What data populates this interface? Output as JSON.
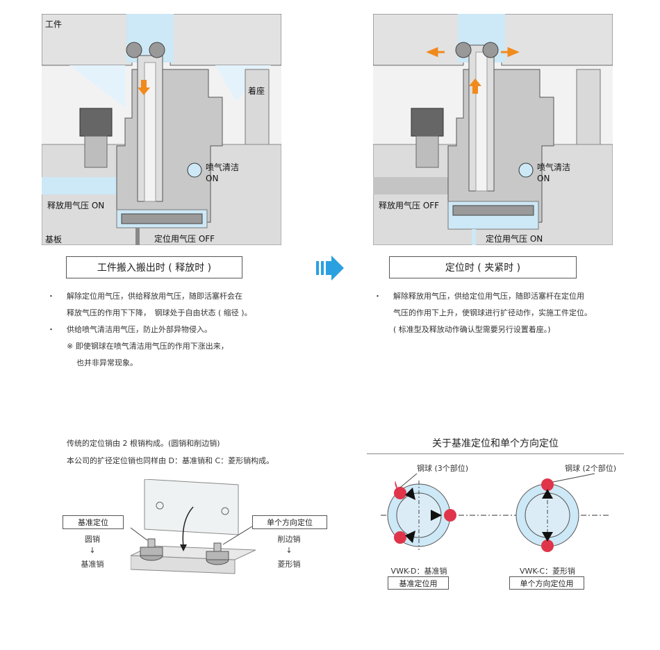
{
  "left_panel": {
    "workpiece_label": "工件",
    "seat_label": "着座",
    "purge_label_1": "喷气清洁",
    "purge_label_2": "ON",
    "release_label": "释放用气压 ON",
    "base_label": "基板",
    "locate_label": "定位用气压 OFF"
  },
  "right_panel": {
    "purge_label_1": "喷气清洁",
    "purge_label_2": "ON",
    "release_label": "释放用气压 OFF",
    "locate_label": "定位用气压 ON"
  },
  "captions": {
    "left": "工件搬入搬出时 ( 释放时 )",
    "right": "定位时 ( 夹紧时 )"
  },
  "left_bullets": {
    "b1_line1": "解除定位用气压，供给释放用气压，随即活塞杆会在",
    "b1_line2": "释放气压的作用下下降，　钢球处于自由状态 ( 缩径 )。",
    "b2_line1": "供给喷气清洁用气压，防止外部异物侵入。",
    "note_line1": "※ 即使钢球在喷气清洁用气压的作用下涨出来，",
    "note_line2": "也并非异常现象。",
    "bullet_char": "・"
  },
  "right_bullets": {
    "b1_line1": "解除释放用气压，供给定位用气压，随即活塞杆在定位用",
    "b1_line2": "气压的作用下上升，使钢球进行扩径动作，实施工件定位。",
    "b1_line3": "( 标准型及释放动作确认型需要另行设置着座。)",
    "bullet_char": "・"
  },
  "bottom_left": {
    "line1": "传统的定位销由 2 根销构成。(圆销和削边销)",
    "line2": "本公司的扩径定位销也同样由 D：基准销和 C：菱形销构成。",
    "left_tag": "基准定位",
    "left_stack_1": "圆销",
    "left_arrow": "↓",
    "left_stack_2": "基准销",
    "right_tag": "单个方向定位",
    "right_stack_1": "削边销",
    "right_arrow": "↓",
    "right_stack_2": "菱形销"
  },
  "bottom_right": {
    "title": "关于基准定位和单个方向定位",
    "ball3_label": "钢球 (3个部位)",
    "ball2_label": "钢球 (2个部位)",
    "d_name": "VWK-D：基准销",
    "d_tag": "基准定位用",
    "c_name": "VWK-C：菱形销",
    "c_tag": "单个方向定位用"
  },
  "colors": {
    "arrow_orange": "#f08a1c",
    "arrow_blue": "#2aa0e0",
    "air_blue": "#cde8f6",
    "red_ball": "#e0344a"
  }
}
